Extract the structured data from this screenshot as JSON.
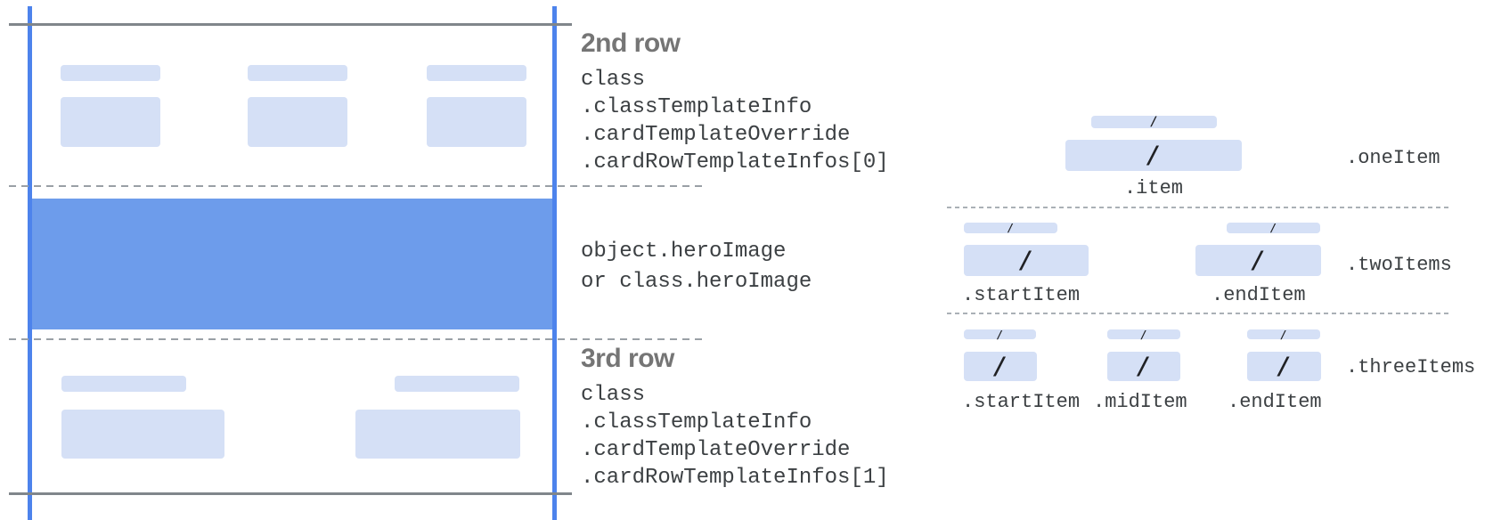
{
  "colors": {
    "accent_blue": "#4d83ec",
    "hero_blue": "#6d9ceb",
    "bar_blue": "#d5e0f6",
    "dashed_gray": "#9aa0a6",
    "line_gray": "#80868b",
    "heading_gray": "#757575",
    "text_dark": "#3c4043"
  },
  "glyphs": {
    "slash": "/"
  },
  "annotations": {
    "row2": {
      "heading": "2nd row",
      "lines": [
        "class",
        ".classTemplateInfo",
        ".cardTemplateOverride",
        ".cardRowTemplateInfos[0]"
      ]
    },
    "hero": {
      "lines": [
        "object.heroImage",
        "or class.heroImage"
      ]
    },
    "row3": {
      "heading": "3rd row",
      "lines": [
        "class",
        ".classTemplateInfo",
        ".cardTemplateOverride",
        ".cardRowTemplateInfos[1]"
      ]
    }
  },
  "item_layouts": {
    "one": {
      "name_label": ".oneItem",
      "item_labels": [
        ".item"
      ]
    },
    "two": {
      "name_label": ".twoItems",
      "item_labels": [
        ".startItem",
        ".endItem"
      ]
    },
    "three": {
      "name_label": ".threeItems",
      "item_labels": [
        ".startItem",
        ".midItem",
        ".endItem"
      ]
    }
  }
}
